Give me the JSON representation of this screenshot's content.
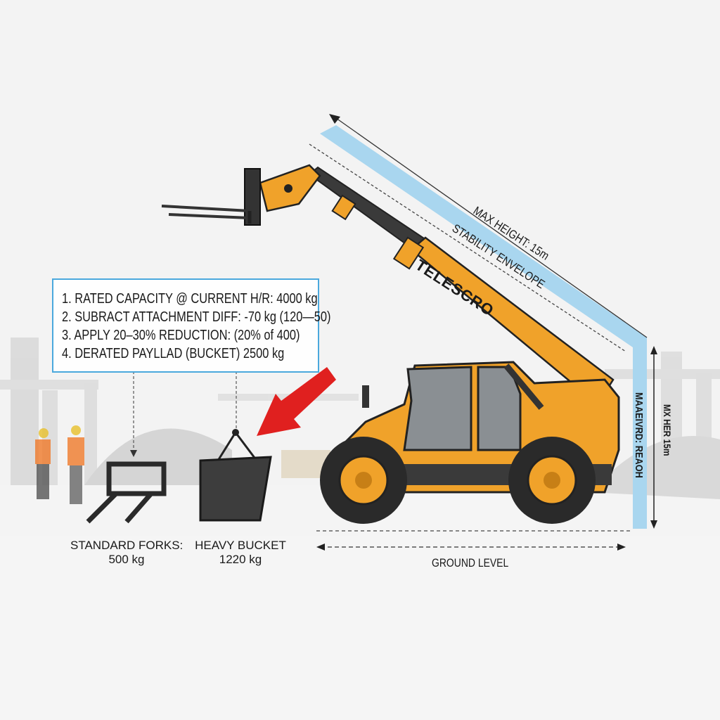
{
  "calculation_box": {
    "steps": [
      "1. RATED CAPACITY @ CURRENT H/R: 4000 kg",
      "2. SUBRACT ATTACHMENT DIFF: -70 kg (120—50)",
      "3. APPLY 20–30% REDUCTION: (20% of 400)",
      "4. DERATED PAYLLAD (BUCKET) 2500 kg"
    ]
  },
  "attachments": [
    {
      "name": "STANDARD FORKS:",
      "weight": "500 kg"
    },
    {
      "name": "HEAVY BUCKET",
      "weight": "1220 kg"
    }
  ],
  "machine": {
    "boom_brand": "TELESCRO"
  },
  "envelope": {
    "max_height_label": "MAX HEIGHT: 15m",
    "stability_label": "STABILITY ENVELOPE",
    "vertical_label": "MAAEIVRD: REAOH",
    "vertical_height_label": "MX HER 15m"
  },
  "ground_label": "GROUND LEVEL",
  "colors": {
    "machine": "#f0a22a",
    "envelope": "#a9d6ef",
    "arrow": "#e0201f",
    "box_border": "#4aa8dd"
  }
}
